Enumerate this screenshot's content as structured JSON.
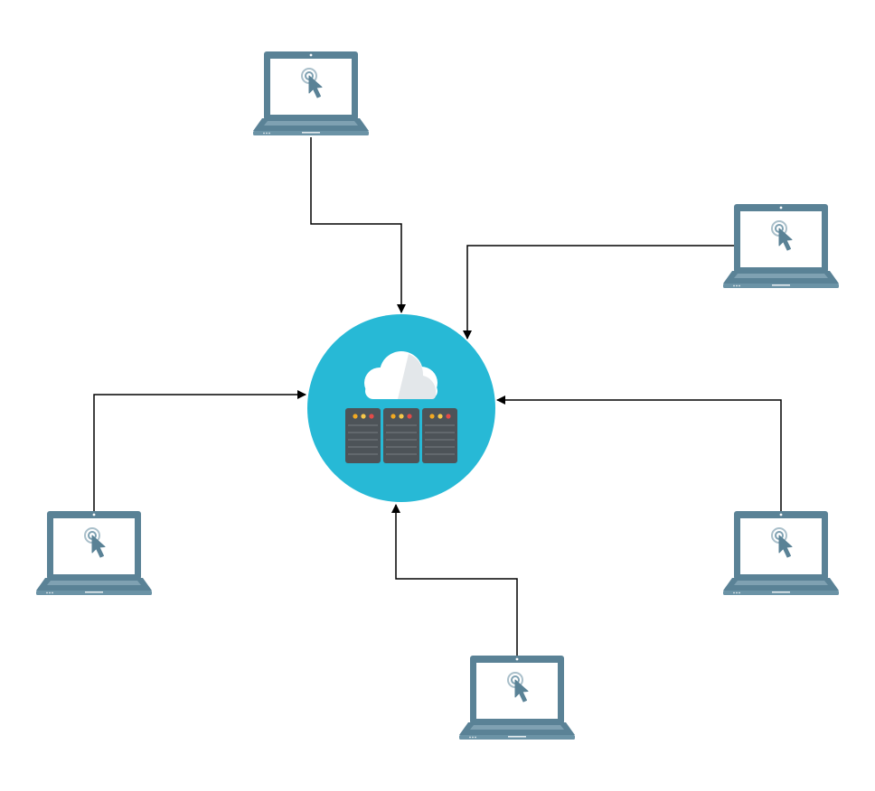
{
  "diagram": {
    "type": "client-server network",
    "center": {
      "icon": "cloud-server-icon",
      "colors": {
        "circle": "#27b9d6",
        "cloud": "#ffffff",
        "cloud_shade": "#e3e7ea",
        "rack": "#4d5358",
        "rack_lines": "#62686d",
        "leds": [
          "#f2a922",
          "#f6c84a",
          "#e34b48"
        ]
      }
    },
    "clients": [
      {
        "id": "client-top",
        "icon": "laptop-pointer-icon"
      },
      {
        "id": "client-upper-right",
        "icon": "laptop-pointer-icon"
      },
      {
        "id": "client-left",
        "icon": "laptop-pointer-icon"
      },
      {
        "id": "client-lower-right",
        "icon": "laptop-pointer-icon"
      },
      {
        "id": "client-bottom",
        "icon": "laptop-pointer-icon"
      }
    ],
    "connections": [
      {
        "from": "client-top",
        "to": "server",
        "arrow": "into-server"
      },
      {
        "from": "client-upper-right",
        "to": "server",
        "arrow": "into-server"
      },
      {
        "from": "client-left",
        "to": "server",
        "arrow": "into-server"
      },
      {
        "from": "client-lower-right",
        "to": "server",
        "arrow": "into-server"
      },
      {
        "from": "client-bottom",
        "to": "server",
        "arrow": "into-server"
      }
    ],
    "colors": {
      "laptop": "#5a8296",
      "laptop_light": "#7fa1b2",
      "screen": "#ffffff",
      "cursor": "#5a8296",
      "connector": "#000000"
    }
  }
}
